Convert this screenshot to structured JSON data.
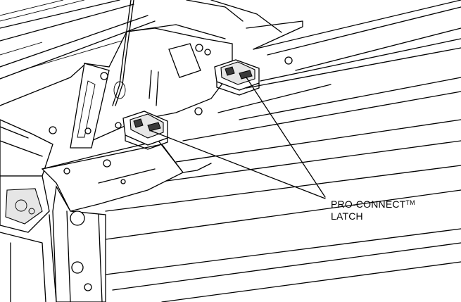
{
  "callout": {
    "line1": "PRO-CONNECT",
    "trademark": "TM",
    "line2": "LATCH"
  }
}
